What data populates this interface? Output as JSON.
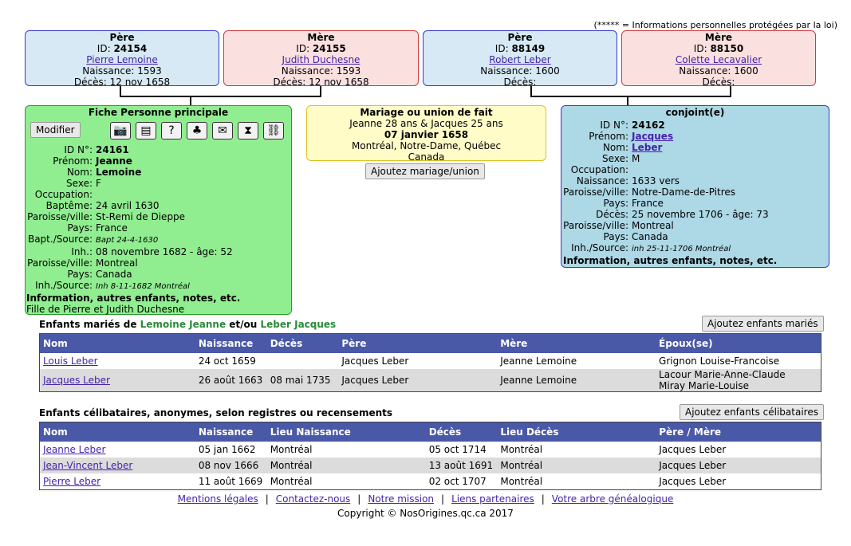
{
  "notice": "(***** = Informations personnelles protégées par la loi)",
  "parents": [
    {
      "role": "Père",
      "id_label": "ID:",
      "id": "24154",
      "name": "Pierre Lemoine",
      "birth_label": "Naissance:",
      "birth": "1593",
      "death_label": "Décès:",
      "death": "12 nov 1658"
    },
    {
      "role": "Mère",
      "id_label": "ID:",
      "id": "24155",
      "name": "Judith Duchesne",
      "birth_label": "Naissance:",
      "birth": "1593",
      "death_label": "Décès:",
      "death": "12 nov 1658"
    },
    {
      "role": "Père",
      "id_label": "ID:",
      "id": "88149",
      "name": "Robert Leber",
      "birth_label": "Naissance:",
      "birth": "1600",
      "death_label": "Décès:",
      "death": ""
    },
    {
      "role": "Mère",
      "id_label": "ID:",
      "id": "88150",
      "name": "Colette Lecavalier",
      "birth_label": "Naissance:",
      "birth": "1600",
      "death_label": "Décès:",
      "death": ""
    }
  ],
  "main": {
    "title": "Fiche Personne principale",
    "modify": "Modifier",
    "icons": [
      "camera-icon",
      "document-icon",
      "family-question-icon",
      "tree-icon",
      "mail-icon",
      "hourglass-icon",
      "link-icon"
    ],
    "fields": [
      {
        "k": "ID N°:",
        "v": "24161",
        "style": "b"
      },
      {
        "k": "Prénom:",
        "v": "Jeanne",
        "style": "b"
      },
      {
        "k": "Nom:",
        "v": "Lemoine",
        "style": "b"
      },
      {
        "k": "Sexe:",
        "v": "F",
        "style": ""
      },
      {
        "k": "Occupation:",
        "v": "",
        "style": ""
      },
      {
        "k": "Baptême:",
        "v": "24 avril 1630",
        "style": ""
      },
      {
        "k": "Paroisse/ville:",
        "v": "St-Remi de Dieppe",
        "style": ""
      },
      {
        "k": "Pays:",
        "v": "France",
        "style": ""
      },
      {
        "k": "Bapt./Source:",
        "v": "Bapt 24-4-1630",
        "style": "i"
      },
      {
        "k": "Inh.:",
        "v": "08 novembre 1682 - âge: 52",
        "style": ""
      },
      {
        "k": "Paroisse/ville:",
        "v": "Montreal",
        "style": ""
      },
      {
        "k": "Pays:",
        "v": "Canada",
        "style": ""
      },
      {
        "k": "Inh./Source:",
        "v": "Inh 8-11-1682 Montréal",
        "style": "i"
      }
    ],
    "info": "Information, autres enfants, notes, etc.",
    "note": "Fille de Pierre et Judith Duchesne"
  },
  "marriage": {
    "title": "Mariage ou union de fait",
    "ages": "Jeanne 28 ans & Jacques 25 ans",
    "date": "07 janvier 1658",
    "place": "Montréal, Notre-Dame, Québec",
    "country": "Canada",
    "add": "Ajoutez mariage/union"
  },
  "spouse": {
    "title": "conjoint(e)",
    "fields": [
      {
        "k": "ID N°:",
        "v": "24162",
        "style": "b"
      },
      {
        "k": "Prénom:",
        "v": "Jacques",
        "style": "link"
      },
      {
        "k": "Nom:",
        "v": "Leber",
        "style": "link"
      },
      {
        "k": "Sexe:",
        "v": "M",
        "style": ""
      },
      {
        "k": "Occupation:",
        "v": "",
        "style": ""
      },
      {
        "k": "Naissance:",
        "v": "1633 vers",
        "style": ""
      },
      {
        "k": "Paroisse/ville:",
        "v": "Notre-Dame-de-Pitres",
        "style": ""
      },
      {
        "k": "Pays:",
        "v": "France",
        "style": ""
      },
      {
        "k": "Décès:",
        "v": "25 novembre 1706 - âge: 73",
        "style": ""
      },
      {
        "k": "Paroisse/ville:",
        "v": "Montreal",
        "style": ""
      },
      {
        "k": "Pays:",
        "v": "Canada",
        "style": ""
      },
      {
        "k": "Inh./Source:",
        "v": "inh 25-11-1706 Montréal",
        "style": "i"
      }
    ],
    "info": "Information, autres enfants, notes, etc."
  },
  "married_children": {
    "title_prefix": "Enfants mariés de ",
    "name1": "Lemoine Jeanne",
    "mid": " et/ou ",
    "name2": "Leber Jacques",
    "add": "Ajoutez enfants mariés",
    "headers": [
      "Nom",
      "Naissance",
      "Décès",
      "Père",
      "Mère",
      "Époux(se)"
    ],
    "rows": [
      [
        "Louis Leber",
        "24 oct 1659",
        "",
        "Jacques Leber",
        "Jeanne Lemoine",
        "Grignon Louise-Francoise"
      ],
      [
        "Jacques Leber",
        "26 août 1663",
        "08 mai 1735",
        "Jacques Leber",
        "Jeanne Lemoine",
        "Lacour Marie-Anne-Claude\nMiray Marie-Louise"
      ]
    ]
  },
  "single_children": {
    "title": "Enfants célibataires, anonymes, selon registres ou recensements",
    "add": "Ajoutez enfants célibataires",
    "headers": [
      "Nom",
      "Naissance",
      "Lieu Naissance",
      "Décès",
      "Lieu Décès",
      "Père / Mère"
    ],
    "rows": [
      [
        "Jeanne Leber",
        "05 jan 1662",
        "Montréal",
        "05 oct 1714",
        "Montréal",
        "Jacques Leber"
      ],
      [
        "Jean-Vincent Leber",
        "08 nov 1666",
        "Montréal",
        "13 août 1691",
        "Montréal",
        "Jacques Leber"
      ],
      [
        "Pierre Leber",
        "11 août 1669",
        "Montréal",
        "02 oct 1707",
        "Montréal",
        "Jacques Leber"
      ]
    ]
  },
  "footer": {
    "links": [
      "Mentions légales",
      "Contactez-nous",
      "Notre mission",
      "Liens partenaires",
      "Votre arbre généalogique"
    ],
    "sep": "|",
    "copyright": "Copyright © NosOrigines.qc.ca 2017"
  }
}
